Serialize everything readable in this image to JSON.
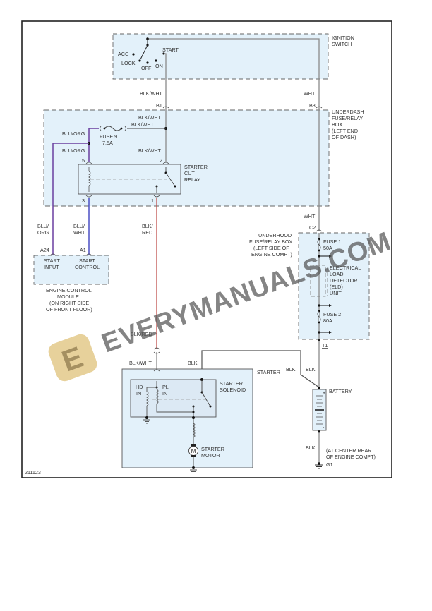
{
  "diagram_id": "211123",
  "colors": {
    "box_fill": "#e3f1fa",
    "dash": "#666666",
    "wire_gray": "#8a8a8a",
    "wire_dark": "#444444",
    "wire_blu_org": "#6a3fa0",
    "wire_blu_wht": "#4b4fc4",
    "wire_blk_red": "#c0504d",
    "watermark_text": "#555555",
    "watermark_logo": "#e3c98a"
  },
  "ignition_switch": {
    "label": [
      "IGNITION",
      "SWITCH"
    ],
    "positions": {
      "acc": "ACC",
      "lock": "LOCK",
      "off": "OFF",
      "on": "ON",
      "start": "START"
    }
  },
  "underdash_box": {
    "label": [
      "UNDERDASH",
      "FUSE/RELAY",
      "BOX",
      "(LEFT END",
      "OF DASH)"
    ],
    "connectors": {
      "b1": "B1",
      "b3": "B3"
    },
    "fuse9": {
      "name": "FUSE 9",
      "rating": "7.5A"
    },
    "relay": {
      "label": [
        "STARTER",
        "CUT",
        "RELAY"
      ],
      "pins": {
        "p5": "5",
        "p2": "2",
        "p3": "3",
        "p1": "1"
      }
    }
  },
  "wires": {
    "blk_wht": "BLK/WHT",
    "wht": "WHT",
    "blu_org": "BLU/ORG",
    "blu_org_split": [
      "BLU/",
      "ORG"
    ],
    "blu_wht_split": [
      "BLU/",
      "WHT"
    ],
    "blk_red_split": [
      "BLK/",
      "RED"
    ],
    "blk_red": "BLK/RED",
    "blk": "BLK"
  },
  "ecm": {
    "pins": {
      "a24": "A24",
      "a1": "A1"
    },
    "start_input": [
      "START",
      "INPUT"
    ],
    "start_control": [
      "START",
      "CONTROL"
    ],
    "label": [
      "ENGINE CONTROL",
      "MODULE",
      "(ON RIGHT SIDE",
      "OF FRONT FLOOR)"
    ]
  },
  "underhood_box": {
    "label": [
      "UNDERHOOD",
      "FUSE/RELAY BOX",
      "(LEFT SIDE OF",
      "ENGINE COMPT)"
    ],
    "connector": "C2",
    "fuse1": {
      "name": "FUSE 1",
      "rating": "50A"
    },
    "eld": [
      "ELECTRICAL",
      "LOAD",
      "DETECTOR",
      "(ELD)",
      "UNIT"
    ],
    "fuse2": {
      "name": "FUSE 2",
      "rating": "80A"
    },
    "terminal": "T1"
  },
  "starter": {
    "label": "STARTER",
    "solenoid": [
      "STARTER",
      "SOLENOID"
    ],
    "hd_in": [
      "HD",
      "IN"
    ],
    "pl_in": [
      "PL",
      "IN"
    ],
    "motor_symbol": "M",
    "motor": [
      "STARTER",
      "MOTOR"
    ]
  },
  "battery": {
    "label": "BATTERY",
    "plus": "+",
    "minus": "-",
    "ground_location": [
      "(AT CENTER REAR",
      "OF ENGINE COMPT)"
    ],
    "ground": "G1"
  },
  "watermark": {
    "text": "EVERYMANUALS.COM",
    "logo_letter": "E"
  }
}
